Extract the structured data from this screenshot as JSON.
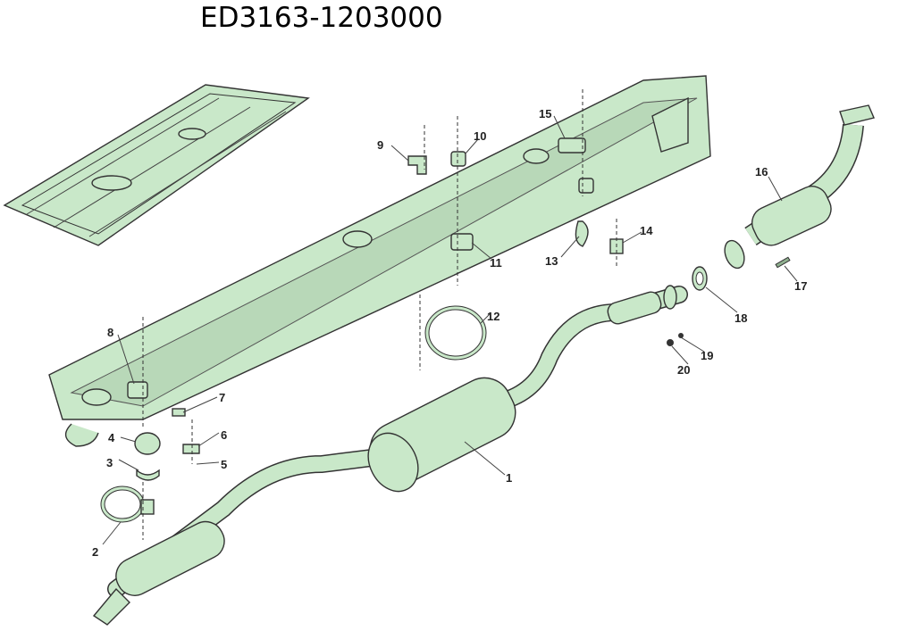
{
  "title": "ED3163-1203000",
  "color": {
    "part_fill": "#c9e8c9",
    "outline": "#333333"
  },
  "callouts": [
    {
      "id": "1",
      "label": "1"
    },
    {
      "id": "2",
      "label": "2"
    },
    {
      "id": "3",
      "label": "3"
    },
    {
      "id": "4",
      "label": "4"
    },
    {
      "id": "5",
      "label": "5"
    },
    {
      "id": "6",
      "label": "6"
    },
    {
      "id": "7",
      "label": "7"
    },
    {
      "id": "8",
      "label": "8"
    },
    {
      "id": "9",
      "label": "9"
    },
    {
      "id": "10",
      "label": "10"
    },
    {
      "id": "11",
      "label": "11"
    },
    {
      "id": "12",
      "label": "12"
    },
    {
      "id": "13",
      "label": "13"
    },
    {
      "id": "14",
      "label": "14"
    },
    {
      "id": "15",
      "label": "15"
    },
    {
      "id": "16",
      "label": "16"
    },
    {
      "id": "17",
      "label": "17"
    },
    {
      "id": "18",
      "label": "18"
    },
    {
      "id": "19",
      "label": "19"
    },
    {
      "id": "20",
      "label": "20"
    }
  ]
}
